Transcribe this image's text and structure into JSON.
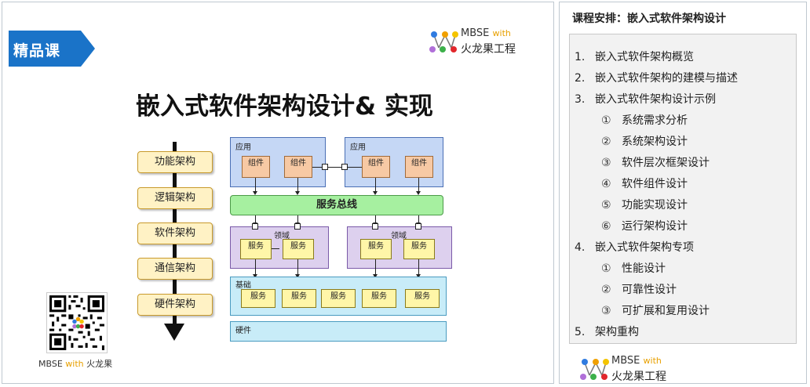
{
  "left": {
    "badge": "精品课",
    "title": "嵌入式软件架构设计& 实现",
    "logo": {
      "line1": "MBSE",
      "line1_suffix": "with",
      "line2": "火龙果工程"
    },
    "ladder": [
      "功能架构",
      "逻辑架构",
      "软件架构",
      "通信架构",
      "硬件架构"
    ],
    "diagram": {
      "app_label": "应用",
      "component": "组件",
      "bus": "服务总线",
      "domain_label": "领域",
      "service": "服务",
      "base_label": "基础",
      "hardware_label": "硬件"
    },
    "qr_caption": {
      "prefix": "MBSE",
      "with": "with",
      "suffix": "火龙果"
    }
  },
  "right": {
    "title": "课程安排：嵌入式软件架构设计",
    "items": [
      {
        "num": "1.",
        "text": "嵌入式软件架构概览"
      },
      {
        "num": "2.",
        "text": "嵌入式软件架构的建模与描述"
      },
      {
        "num": "3.",
        "text": "嵌入式软件架构设计示例"
      },
      {
        "num": "4.",
        "text": "嵌入式软件架构专项"
      },
      {
        "num": "5.",
        "text": "架构重构"
      }
    ],
    "sub3": [
      {
        "num": "①",
        "text": "系统需求分析"
      },
      {
        "num": "②",
        "text": "系统架构设计"
      },
      {
        "num": "③",
        "text": "软件层次框架设计"
      },
      {
        "num": "④",
        "text": "软件组件设计"
      },
      {
        "num": "⑤",
        "text": "功能实现设计"
      },
      {
        "num": "⑥",
        "text": "运行架构设计"
      }
    ],
    "sub4": [
      {
        "num": "①",
        "text": "性能设计"
      },
      {
        "num": "②",
        "text": "可靠性设计"
      },
      {
        "num": "③",
        "text": "可扩展和复用设计"
      }
    ],
    "logo": {
      "line1": "MBSE",
      "line1_suffix": "with",
      "line2": "火龙果工程"
    }
  },
  "colors": {
    "badge": "#1a73c8",
    "app_box": "#c5d7f5",
    "bus": "#a6f0a0",
    "domain_box": "#ddd0ee",
    "base_box": "#c8ecf8",
    "component": "#f7c9a4",
    "service": "#fff6a8",
    "ladder": "#fff2c5"
  }
}
